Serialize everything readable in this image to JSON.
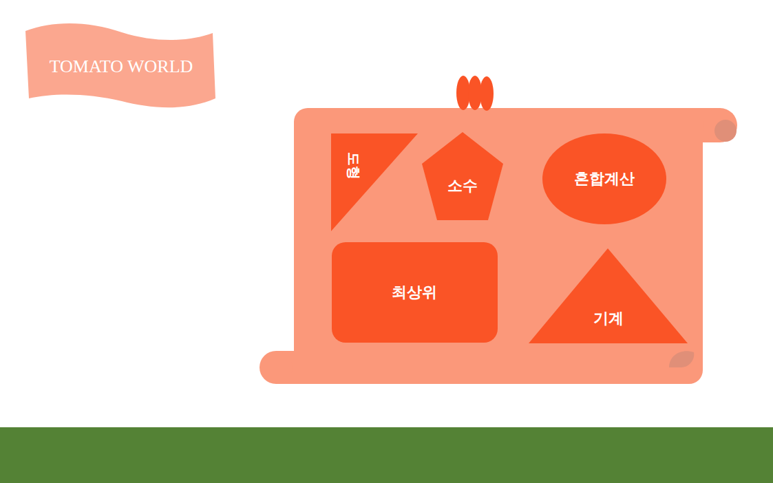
{
  "diagram": {
    "nodes": [
      {
        "text": [
          "TOMATO WORLD"
        ]
      },
      {
        "text": [
          "도형"
        ]
      },
      {
        "text": [
          "소수"
        ]
      },
      {
        "text": [
          "혼합계산"
        ]
      },
      {
        "text": [
          "최상위"
        ]
      },
      {
        "text": [
          "기계"
        ]
      }
    ]
  }
}
